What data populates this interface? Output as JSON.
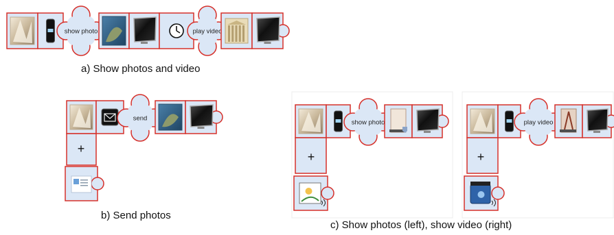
{
  "palette": {
    "tile_fill": "#dbe7f6",
    "tile_stroke": "#d6302a",
    "screen": "#1f1f1f"
  },
  "panels": {
    "a": {
      "caption": "a) Show photos and video",
      "tiles": [
        {
          "kind": "source",
          "icon": "rock-photo-icon"
        },
        {
          "kind": "device",
          "icon": "phone-icon"
        },
        {
          "kind": "action",
          "label": "show photo"
        },
        {
          "kind": "content",
          "icon": "island-photo-icon"
        },
        {
          "kind": "display",
          "icon": "monitor-icon"
        },
        {
          "kind": "timer",
          "icon": "clock-icon"
        },
        {
          "kind": "action",
          "label": "play video"
        },
        {
          "kind": "content",
          "icon": "temple-photo-icon"
        },
        {
          "kind": "display",
          "icon": "monitor-icon"
        }
      ]
    },
    "b": {
      "caption": "b) Send photos",
      "tiles": [
        {
          "kind": "source",
          "icon": "rock-photo-icon"
        },
        {
          "kind": "channel",
          "icon": "envelope-icon"
        },
        {
          "kind": "action",
          "label": "send"
        },
        {
          "kind": "content",
          "icon": "island-photo-icon"
        },
        {
          "kind": "display",
          "icon": "monitor-icon"
        }
      ],
      "plus": "+",
      "extra_tile": {
        "kind": "card",
        "icon": "business-card-icon"
      }
    },
    "c": {
      "caption": "c) Show photos (left), show video (right)",
      "left": {
        "tiles": [
          {
            "kind": "source",
            "icon": "rock-photo-icon"
          },
          {
            "kind": "device",
            "icon": "phone-icon"
          },
          {
            "kind": "action",
            "label": "show photo"
          },
          {
            "kind": "content",
            "icon": "book-photo-icon"
          },
          {
            "kind": "display",
            "icon": "monitor-icon"
          }
        ],
        "plus": "+",
        "extra_tile": {
          "kind": "sticker",
          "icon": "drawing-card-icon"
        }
      },
      "right": {
        "tiles": [
          {
            "kind": "source",
            "icon": "rock-photo-icon"
          },
          {
            "kind": "device",
            "icon": "phone-icon"
          },
          {
            "kind": "action",
            "label": "play video"
          },
          {
            "kind": "content",
            "icon": "poster-photo-icon"
          },
          {
            "kind": "display",
            "icon": "monitor-icon"
          }
        ],
        "plus": "+",
        "extra_tile": {
          "kind": "sticker",
          "icon": "clapperboard-icon"
        }
      }
    }
  }
}
